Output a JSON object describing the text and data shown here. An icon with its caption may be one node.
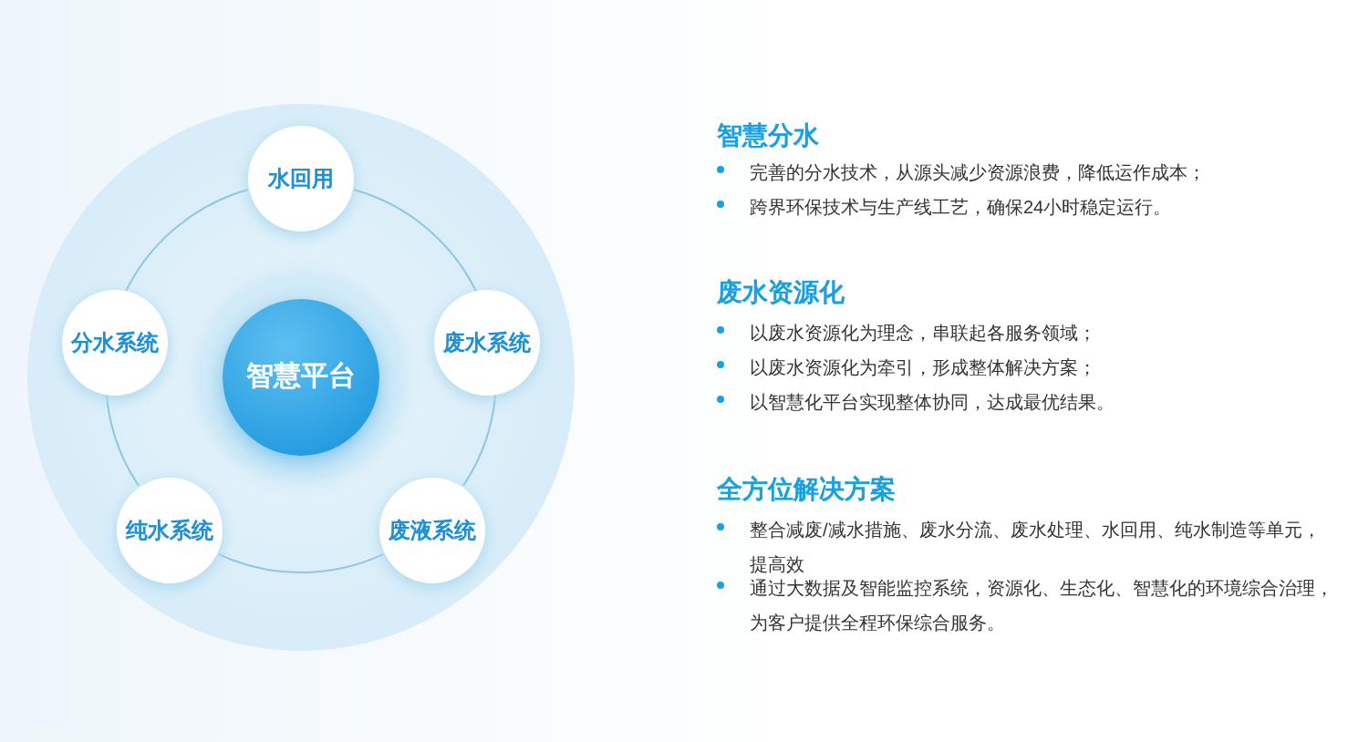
{
  "diagram": {
    "nodes": [
      {
        "text": [
          "智慧平台"
        ]
      },
      {
        "text": [
          "水回用"
        ]
      },
      {
        "text": [
          "废水系统"
        ]
      },
      {
        "text": [
          "废液系统"
        ]
      },
      {
        "text": [
          "纯水系统"
        ]
      },
      {
        "text": [
          "分水系统"
        ]
      }
    ],
    "edges": [
      {
        "from": 1,
        "to": 2,
        "arrow": "none"
      },
      {
        "from": 2,
        "to": 3,
        "arrow": "none"
      },
      {
        "from": 3,
        "to": 4,
        "arrow": "none"
      },
      {
        "from": 4,
        "to": 5,
        "arrow": "none"
      },
      {
        "from": 5,
        "to": 1,
        "arrow": "none"
      }
    ],
    "labels": [
      "智慧分水",
      "完善的分水技术，从源头减少资源浪费，降低运作成本；",
      "跨界环保技术与生产线工艺，确保24小时稳定运行。",
      "废水资源化",
      "以废水资源化为理念，串联起各服务领域；",
      "以废水资源化为牵引，形成整体解决方案；",
      "以智慧化平台实现整体协同，达成最优结果。",
      "全方位解决方案",
      "整合减废/减水措施、废水分流、废水处理、水回用、纯水制造等单元，提高效",
      "通过大数据及智能监控系统，资源化、生态化、智慧化的环境综合治理，为客户提供全程环保综合服务。"
    ]
  }
}
